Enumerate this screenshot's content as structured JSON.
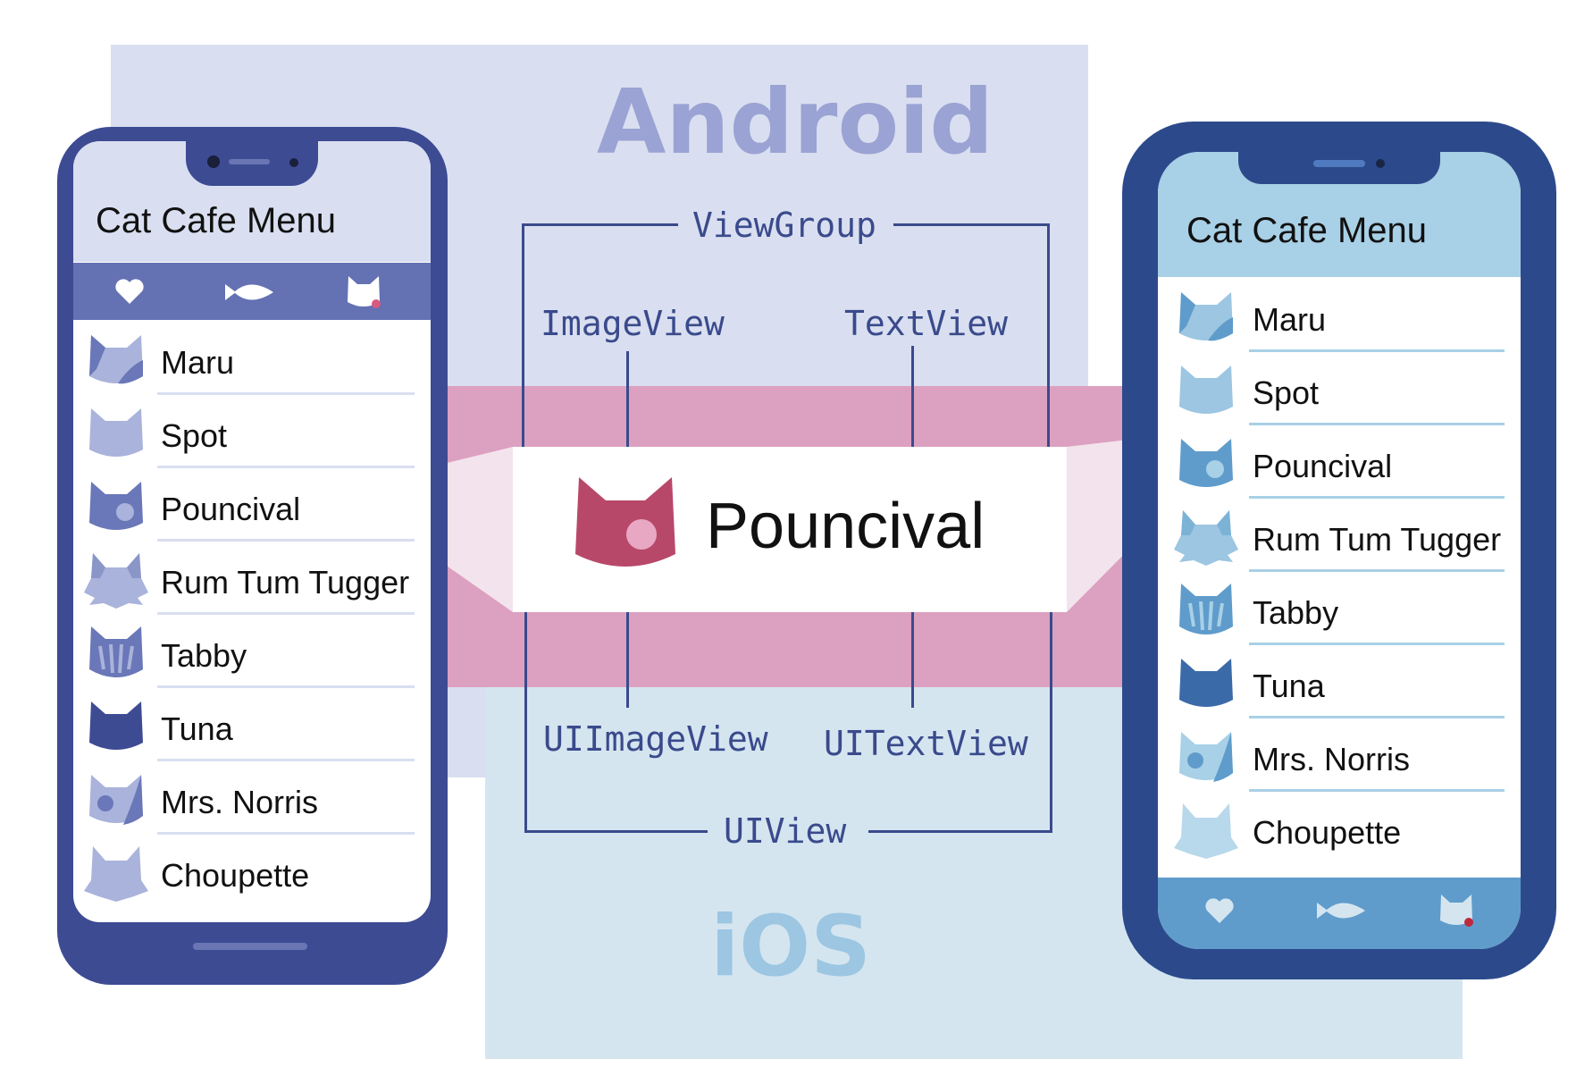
{
  "platforms": {
    "android": "Android",
    "ios": "iOS"
  },
  "android_views": {
    "container": "ViewGroup",
    "image": "ImageView",
    "text": "TextView"
  },
  "ios_views": {
    "container": "UIView",
    "image": "UIImageView",
    "text": "UITextView"
  },
  "highlight": {
    "name": "Pouncival",
    "icon": "cat-head-icon"
  },
  "android_phone": {
    "title": "Cat Cafe Menu",
    "tabs": [
      "heart-icon",
      "fish-icon",
      "cat-icon"
    ],
    "items": [
      "Maru",
      "Spot",
      "Pouncival",
      "Rum Tum Tugger",
      "Tabby",
      "Tuna",
      "Mrs. Norris",
      "Choupette"
    ]
  },
  "ios_phone": {
    "title": "Cat Cafe Menu",
    "tabs": [
      "heart-icon",
      "fish-icon",
      "cat-icon"
    ],
    "items": [
      "Maru",
      "Spot",
      "Pouncival",
      "Rum Tum Tugger",
      "Tabby",
      "Tuna",
      "Mrs. Norris",
      "Choupette"
    ]
  },
  "colors": {
    "android_frame": "#3d4b93",
    "android_tabbar": "#6471b3",
    "android_header": "#d9dff0",
    "ios_frame": "#2c4a8b",
    "ios_header": "#a8d0e6",
    "ios_tabbar": "#5f9ccb",
    "highlight_cat": "#b8486a",
    "pink_band": "#dca0c0"
  }
}
